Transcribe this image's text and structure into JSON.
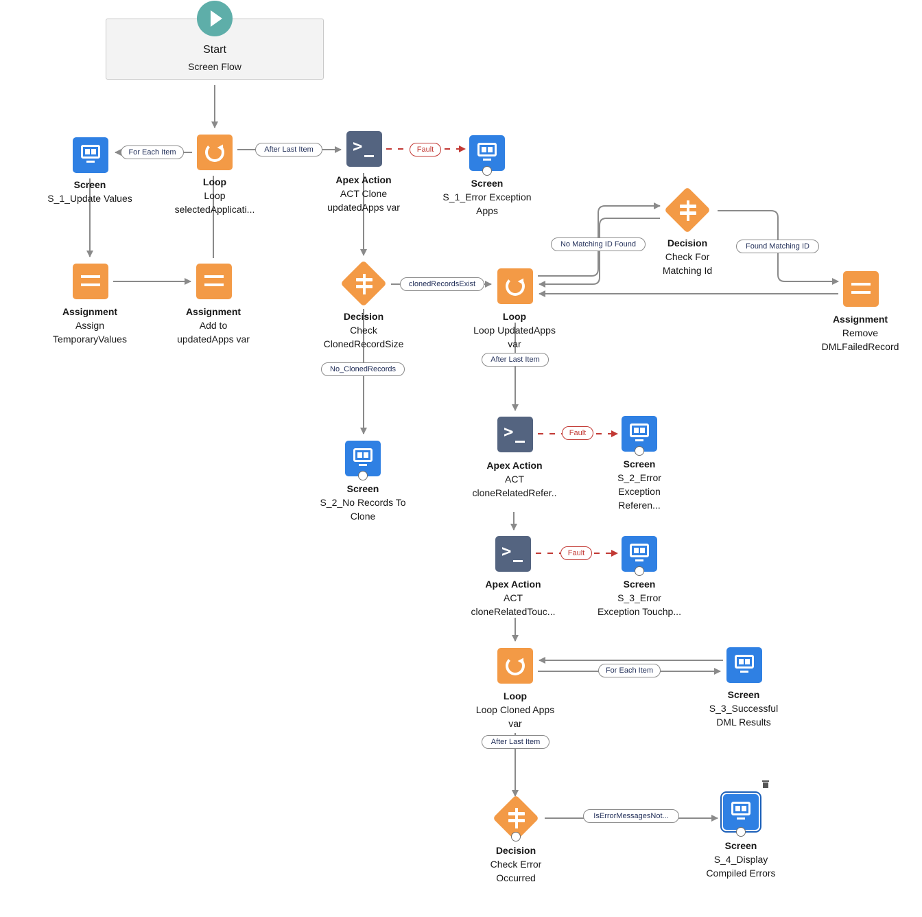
{
  "start": {
    "title": "Start",
    "subtitle": "Screen Flow"
  },
  "nodes": {
    "s1_update": {
      "type": "Screen",
      "name": "S_1_Update Values"
    },
    "loop1": {
      "type": "Loop",
      "line1": "Loop",
      "line2": "selectedApplicati..."
    },
    "act_clone": {
      "type": "Apex Action",
      "line1": "ACT Clone",
      "line2": "updatedApps var"
    },
    "s1_error": {
      "type": "Screen",
      "line1": "S_1_Error Exception",
      "line2": "Apps"
    },
    "dec_match": {
      "type": "Decision",
      "line1": "Check For",
      "line2": "Matching Id"
    },
    "assign_temp": {
      "type": "Assignment",
      "line1": "Assign",
      "line2": "TemporaryValues"
    },
    "assign_add": {
      "type": "Assignment",
      "line1": "Add to",
      "line2": "updatedApps var"
    },
    "dec_cloned": {
      "type": "Decision",
      "line1": "Check",
      "line2": "ClonedRecordSize"
    },
    "loop_updated": {
      "type": "Loop",
      "line1": "Loop UpdatedApps",
      "line2": "var"
    },
    "assign_remove": {
      "type": "Assignment",
      "line1": "Remove",
      "line2": "DMLFailedRecord"
    },
    "s2_norecords": {
      "type": "Screen",
      "line1": "S_2_No Records To",
      "line2": "Clone"
    },
    "act_refer": {
      "type": "Apex Action",
      "line1": "ACT",
      "line2": "cloneRelatedRefer.."
    },
    "s2_error": {
      "type": "Screen",
      "line1": "S_2_Error",
      "line2": "Exception",
      "line3": "Referen..."
    },
    "act_touch": {
      "type": "Apex Action",
      "line1": "ACT",
      "line2": "cloneRelatedTouc..."
    },
    "s3_error": {
      "type": "Screen",
      "line1": "S_3_Error",
      "line2": "Exception Touchp..."
    },
    "loop_cloned": {
      "type": "Loop",
      "line1": "Loop Cloned Apps",
      "line2": "var"
    },
    "s3_success": {
      "type": "Screen",
      "line1": "S_3_Successful",
      "line2": "DML Results"
    },
    "dec_error": {
      "type": "Decision",
      "line1": "Check Error",
      "line2": "Occurred"
    },
    "s4_display": {
      "type": "Screen",
      "line1": "S_4_Display",
      "line2": "Compiled Errors"
    }
  },
  "edge_labels": {
    "for_each_1": "For Each Item",
    "after_last_1": "After Last Item",
    "fault_1": "Fault",
    "no_matching": "No Matching ID Found",
    "found_matching": "Found Matching ID",
    "cloned_exist": "clonedRecordsExist",
    "no_cloned": "No_ClonedRecords",
    "after_last_2": "After Last Item",
    "fault_2": "Fault",
    "fault_3": "Fault",
    "for_each_2": "For Each Item",
    "after_last_3": "After Last Item",
    "is_error": "IsErrorMessagesNot..."
  },
  "colors": {
    "screen": "#2f80e3",
    "loop_assignment_decision": "#f39a46",
    "apex_action": "#546480",
    "start": "#5eaea9",
    "connector": "#8a8a8a",
    "fault": "#c23934"
  }
}
